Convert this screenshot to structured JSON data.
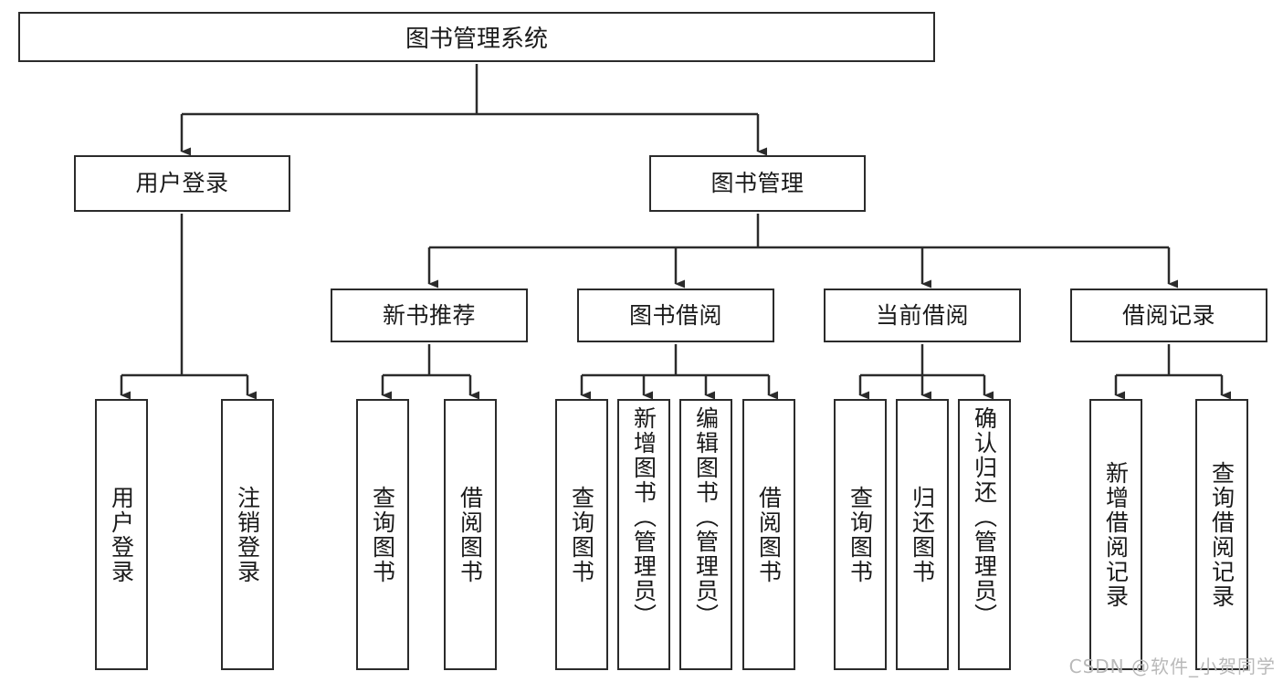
{
  "diagram": {
    "title": "图书管理系统",
    "type": "tree-hierarchy",
    "root": {
      "id": "root",
      "label": "图书管理系统"
    },
    "level2": [
      {
        "id": "user-login",
        "label": "用户登录"
      },
      {
        "id": "book-manage",
        "label": "图书管理"
      }
    ],
    "level3": [
      {
        "id": "new-book-rec",
        "label": "新书推荐",
        "parent": "book-manage"
      },
      {
        "id": "book-borrow",
        "label": "图书借阅",
        "parent": "book-manage"
      },
      {
        "id": "current-borrow",
        "label": "当前借阅",
        "parent": "book-manage"
      },
      {
        "id": "borrow-record",
        "label": "借阅记录",
        "parent": "book-manage"
      }
    ],
    "leaves": {
      "user_login": [
        {
          "id": "leaf-user-login",
          "label": "用户登录"
        },
        {
          "id": "leaf-user-logout",
          "label": "注销登录"
        }
      ],
      "new_book_rec": [
        {
          "id": "leaf-query-book-1",
          "label": "查询图书"
        },
        {
          "id": "leaf-borrow-book-1",
          "label": "借阅图书"
        }
      ],
      "book_borrow": [
        {
          "id": "leaf-query-book-2",
          "label": "查询图书"
        },
        {
          "id": "leaf-add-book",
          "label": "新增图书（管理员）"
        },
        {
          "id": "leaf-edit-book",
          "label": "编辑图书（管理员）"
        },
        {
          "id": "leaf-borrow-book-2",
          "label": "借阅图书"
        }
      ],
      "current_borrow": [
        {
          "id": "leaf-query-book-3",
          "label": "查询图书"
        },
        {
          "id": "leaf-return-book",
          "label": "归还图书"
        },
        {
          "id": "leaf-confirm-return",
          "label": "确认归还（管理员）"
        }
      ],
      "borrow_record": [
        {
          "id": "leaf-add-record",
          "label": "新增借阅记录"
        },
        {
          "id": "leaf-query-record",
          "label": "查询借阅记录"
        }
      ]
    }
  },
  "watermark": {
    "text": "CSDN @软件_小贺同学"
  },
  "colors": {
    "stroke": "#2b2b2b",
    "text": "#1a1a1a",
    "background": "#ffffff",
    "watermark": "#b9b9b9"
  }
}
